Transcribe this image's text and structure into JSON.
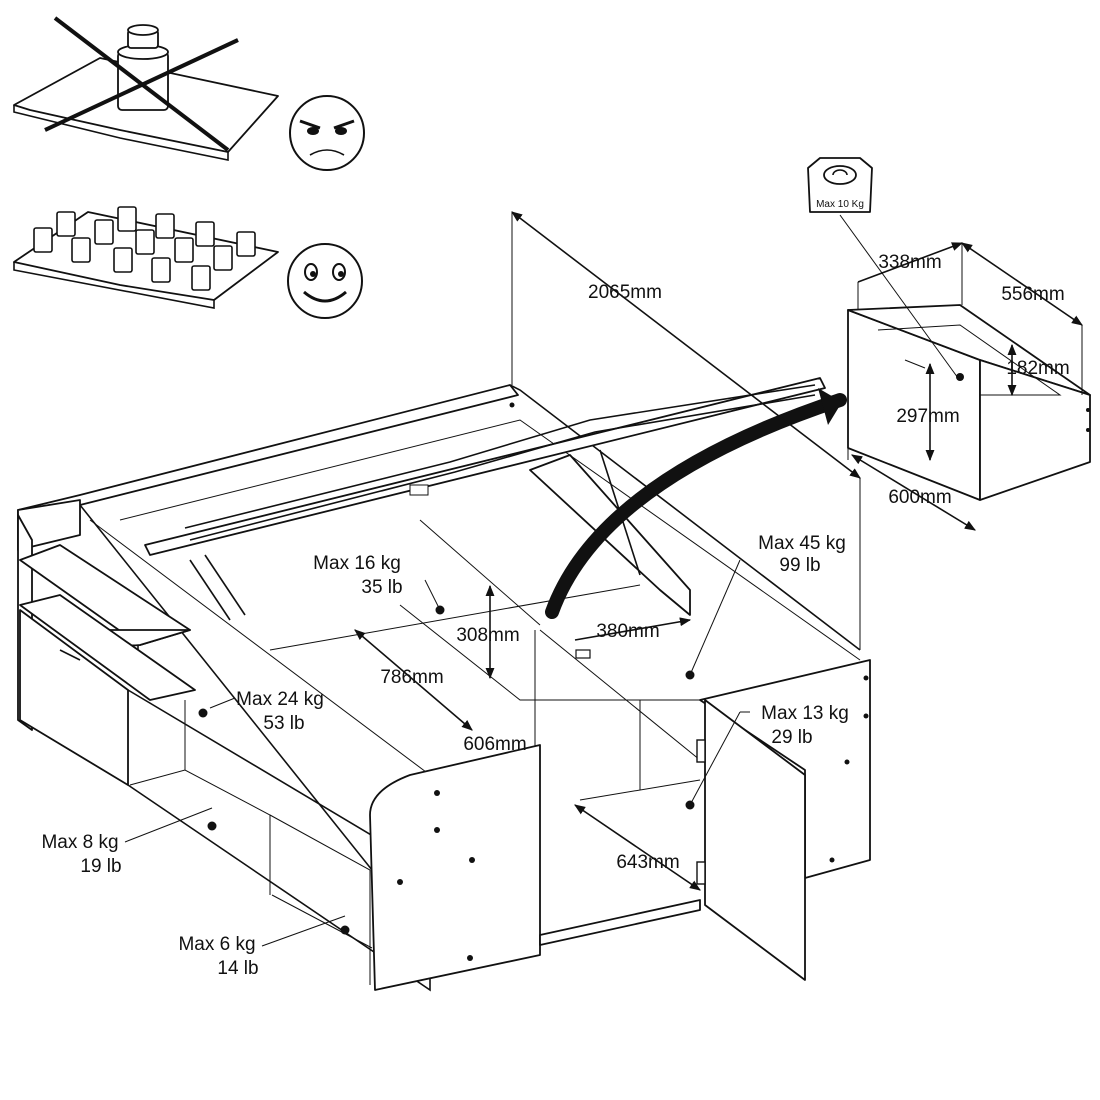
{
  "dimensions": {
    "bed_length": "2065mm",
    "drawer_depth": "338mm",
    "drawer_width": "556mm",
    "drawer_inner_height": "182mm",
    "drawer_height": "297mm",
    "drawer_length": "600mm",
    "compartment_height": "308mm",
    "compartment_depth": "380mm",
    "storage_length": "786mm",
    "storage_width": "606mm",
    "cabinet_depth": "643mm"
  },
  "loads": {
    "top_shelf_kg": "Max 24 kg",
    "top_shelf_lb": "53 lb",
    "inner_left_kg": "Max 16 kg",
    "inner_left_lb": "35 lb",
    "inner_right_kg": "Max 45 kg",
    "inner_right_lb": "99 lb",
    "cabinet_kg": "Max 13 kg",
    "cabinet_lb": "29 lb",
    "shelf_upper_kg": "Max 8 kg",
    "shelf_upper_lb": "19 lb",
    "shelf_lower_kg": "Max 6 kg",
    "shelf_lower_lb": "14 lb",
    "drawer_weight": "Max 10  Kg"
  },
  "icons": {
    "wrong_load": "sad-face-icon",
    "right_load": "happy-face-icon"
  }
}
